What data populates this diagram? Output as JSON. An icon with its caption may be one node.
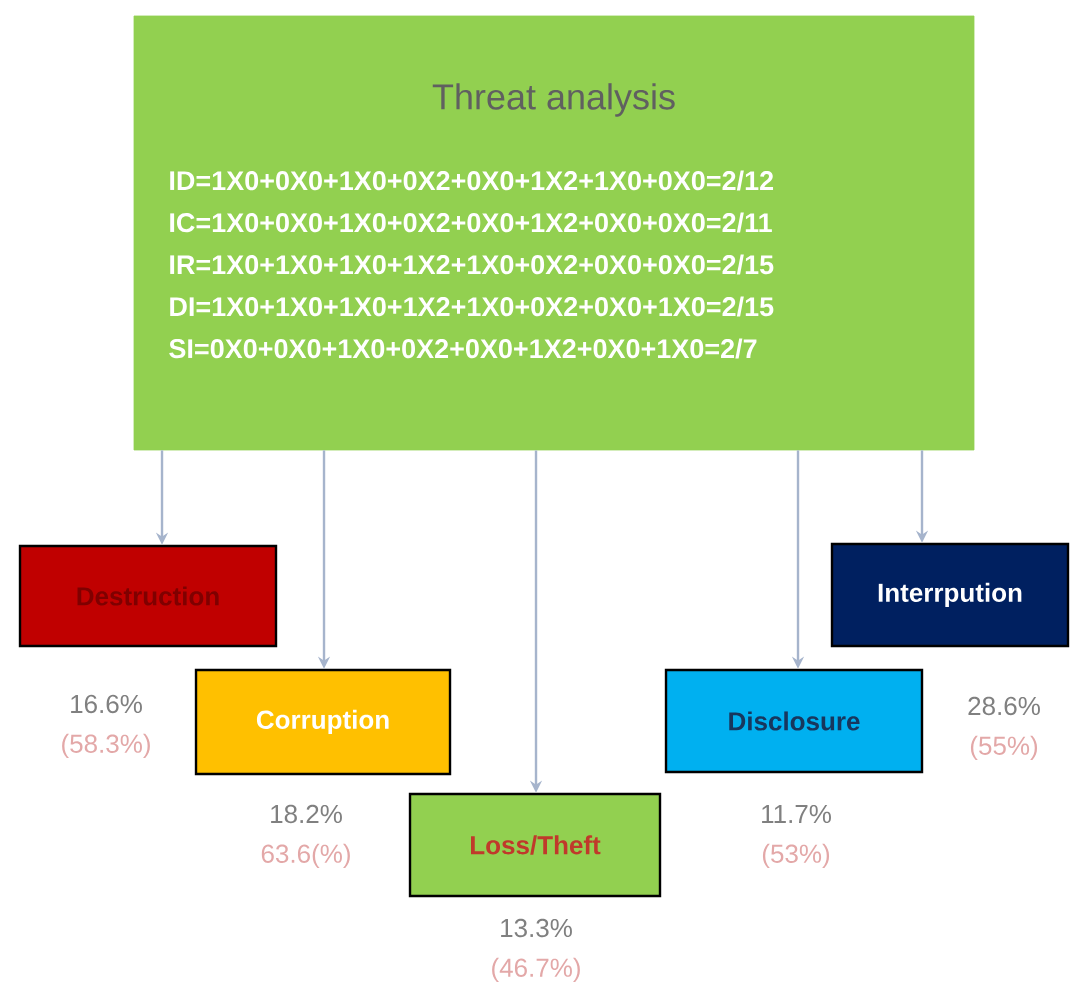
{
  "diagram": {
    "nodes": [
      {
        "text": [
          "Threat analysis",
          "ID=1X0+0X0+1X0+0X2+0X0+1X2+1X0+0X0=2/12",
          "IC=1X0+0X0+1X0+0X2+0X0+1X2+0X0+0X0=2/11",
          "IR=1X0+1X0+1X0+1X2+1X0+0X2+0X0+0X0=2/15",
          "DI=1X0+1X0+1X0+1X2+1X0+0X2+0X0+1X0=2/15",
          "SI=0X0+0X0+1X0+0X2+0X0+1X2+0X0+1X0=2/7"
        ]
      },
      {
        "text": [
          "Destruction"
        ],
        "beside": [
          "16.6%",
          "(58.3%)"
        ]
      },
      {
        "text": [
          "Corruption"
        ],
        "beside": [
          "18.2%",
          "63.6(%)"
        ]
      },
      {
        "text": [
          "Loss/Theft"
        ],
        "beside": [
          "13.3%",
          "(46.7%)"
        ]
      },
      {
        "text": [
          "Disclosure"
        ],
        "beside": [
          "11.7%",
          "(53%)"
        ]
      },
      {
        "text": [
          "Interrpution"
        ],
        "beside": [
          "28.6%",
          "(55%)"
        ]
      }
    ],
    "edges": [
      {
        "from": 0,
        "to": 1,
        "arrow": "to"
      },
      {
        "from": 0,
        "to": 2,
        "arrow": "to"
      },
      {
        "from": 0,
        "to": 3,
        "arrow": "to"
      },
      {
        "from": 0,
        "to": 4,
        "arrow": "to"
      },
      {
        "from": 0,
        "to": 5,
        "arrow": "to"
      }
    ]
  }
}
